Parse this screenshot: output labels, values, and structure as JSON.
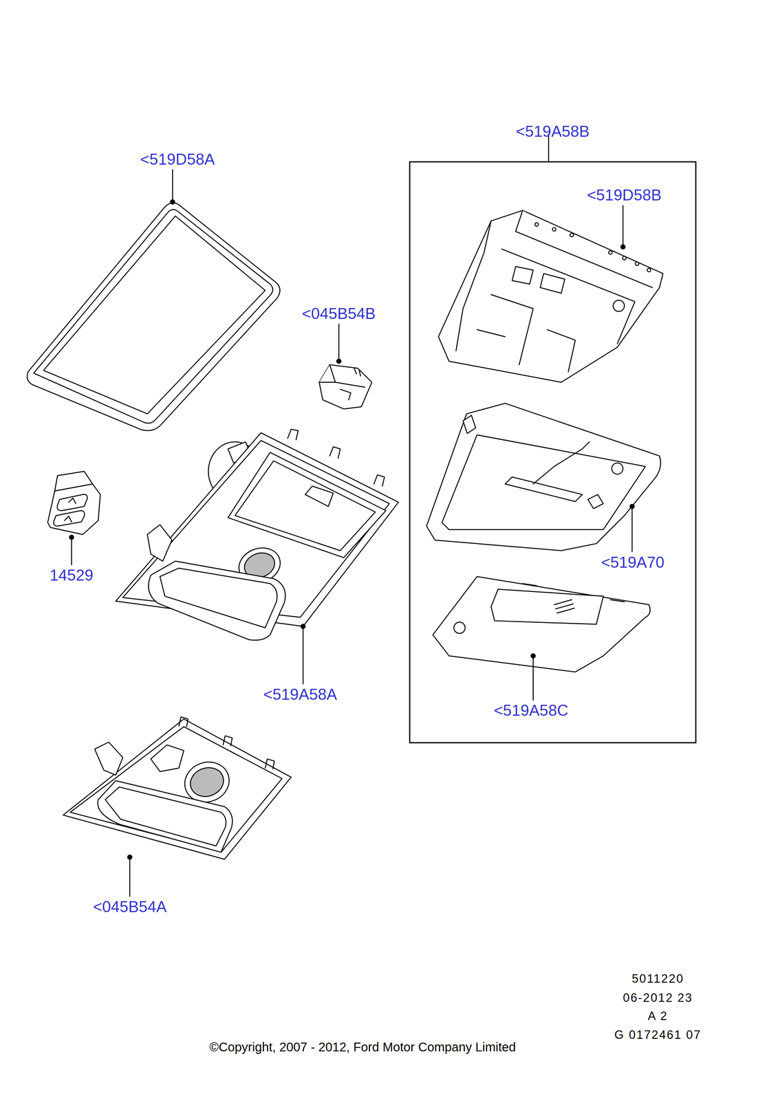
{
  "diagram": {
    "nodes": [
      {
        "text": [
          "<519A58B"
        ]
      }
    ],
    "labels": [
      "<519D58A",
      "<045B54B",
      "14529",
      "<519A58A",
      "<045B54A",
      "<519D58B",
      "<519A70",
      "<519A58C",
      "5011220",
      "06-2012 23",
      "A 2",
      "G 0172461 07",
      "©Copyright, 2007 - 2012, Ford Motor Company Limited"
    ]
  }
}
